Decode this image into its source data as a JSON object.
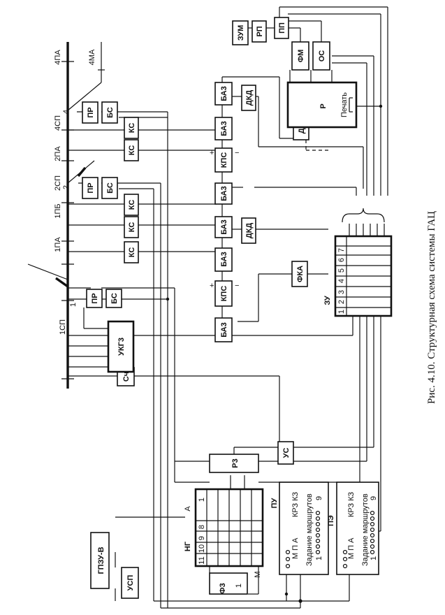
{
  "caption": "Рис. 4.10. Структурная схема системы ГАЦ",
  "blocks": {
    "gpzu": "ГПЗУ-В",
    "usp": "УСП",
    "fz": "Ф3",
    "ng": "НГ",
    "ng_cells": [
      "11",
      "10",
      "9",
      "8",
      "1"
    ],
    "ng_a": "А",
    "ng_m": "М",
    "pu": "ПУ",
    "pe": "ПЭ",
    "panel_top": "М П А",
    "panel_krz": "КРЗ КЗ",
    "panel_routes": "Задание маршрутов",
    "panel_range_1": "1",
    "panel_range_9": "9",
    "rz": "Р3",
    "us": "УС",
    "sch": "Сч",
    "ukgz": "УКГ3",
    "pr": "ПР",
    "bs": "БС",
    "ks": "КС",
    "baz": "БА3",
    "kpc": "КПС",
    "dkd": "ДКД",
    "fka": "ФКА",
    "zu": "ЗУ",
    "zu_cells": [
      "1",
      "2",
      "3",
      "4",
      "5",
      "6",
      "7"
    ],
    "r": "Р",
    "fm": "ФМ",
    "os": "ОС",
    "zum": "ЗУМ",
    "rp": "РП",
    "pp": "ПП",
    "pechat": "Печать"
  },
  "track_labels": {
    "sp1": "1СП",
    "pa1": "1ПА",
    "pb1": "1ПБ",
    "sp2": "2СП",
    "pa2": "2ПА",
    "sp4": "4СП",
    "pa4": "4ПА",
    "ma4": "4МА",
    "n1": "1",
    "n2": "2",
    "n4": "4"
  },
  "signs": {
    "plus": "+",
    "minus": "−"
  }
}
